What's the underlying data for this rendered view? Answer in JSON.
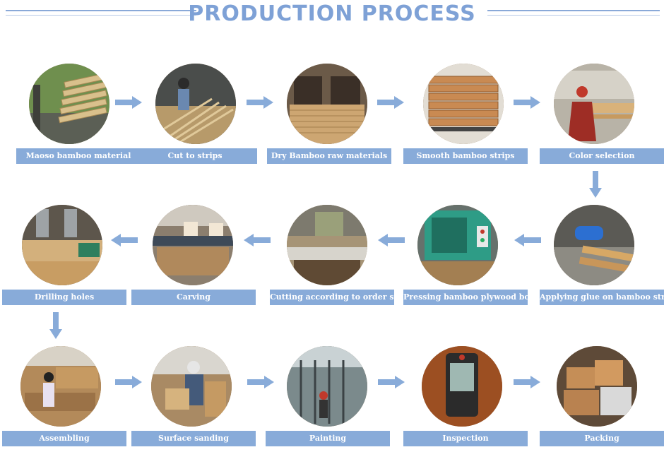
{
  "title": "PRODUCTION PROCESS",
  "accent_color": "#88abd9",
  "title_color": "#7ea1d6",
  "steps": [
    {
      "label": "Maoso bamboo material",
      "icon": "bamboo-poles-photo"
    },
    {
      "label": "Cut to strips",
      "icon": "worker-cutting-photo"
    },
    {
      "label": "Dry Bamboo raw materials",
      "icon": "drying-kiln-photo"
    },
    {
      "label": "Smooth bamboo strips",
      "icon": "stacked-strips-photo"
    },
    {
      "label": "Color selection",
      "icon": "worker-sorting-photo"
    },
    {
      "label": "Applying glue on bamboo strips",
      "icon": "glue-machine-photo"
    },
    {
      "label": "Pressing bamboo plywood board",
      "icon": "press-machine-photo"
    },
    {
      "label": "Cutting  according to order size",
      "icon": "saw-table-photo"
    },
    {
      "label": "Carving",
      "icon": "cnc-carving-photo"
    },
    {
      "label": "Drilling holes",
      "icon": "drill-machine-photo"
    },
    {
      "label": "Assembling",
      "icon": "assembly-worker-photo"
    },
    {
      "label": "Surface sanding",
      "icon": "sanding-worker-photo"
    },
    {
      "label": "Painting",
      "icon": "paint-line-photo"
    },
    {
      "label": "Inspection",
      "icon": "moisture-meter-photo"
    },
    {
      "label": "Packing",
      "icon": "cartons-photo"
    }
  ]
}
